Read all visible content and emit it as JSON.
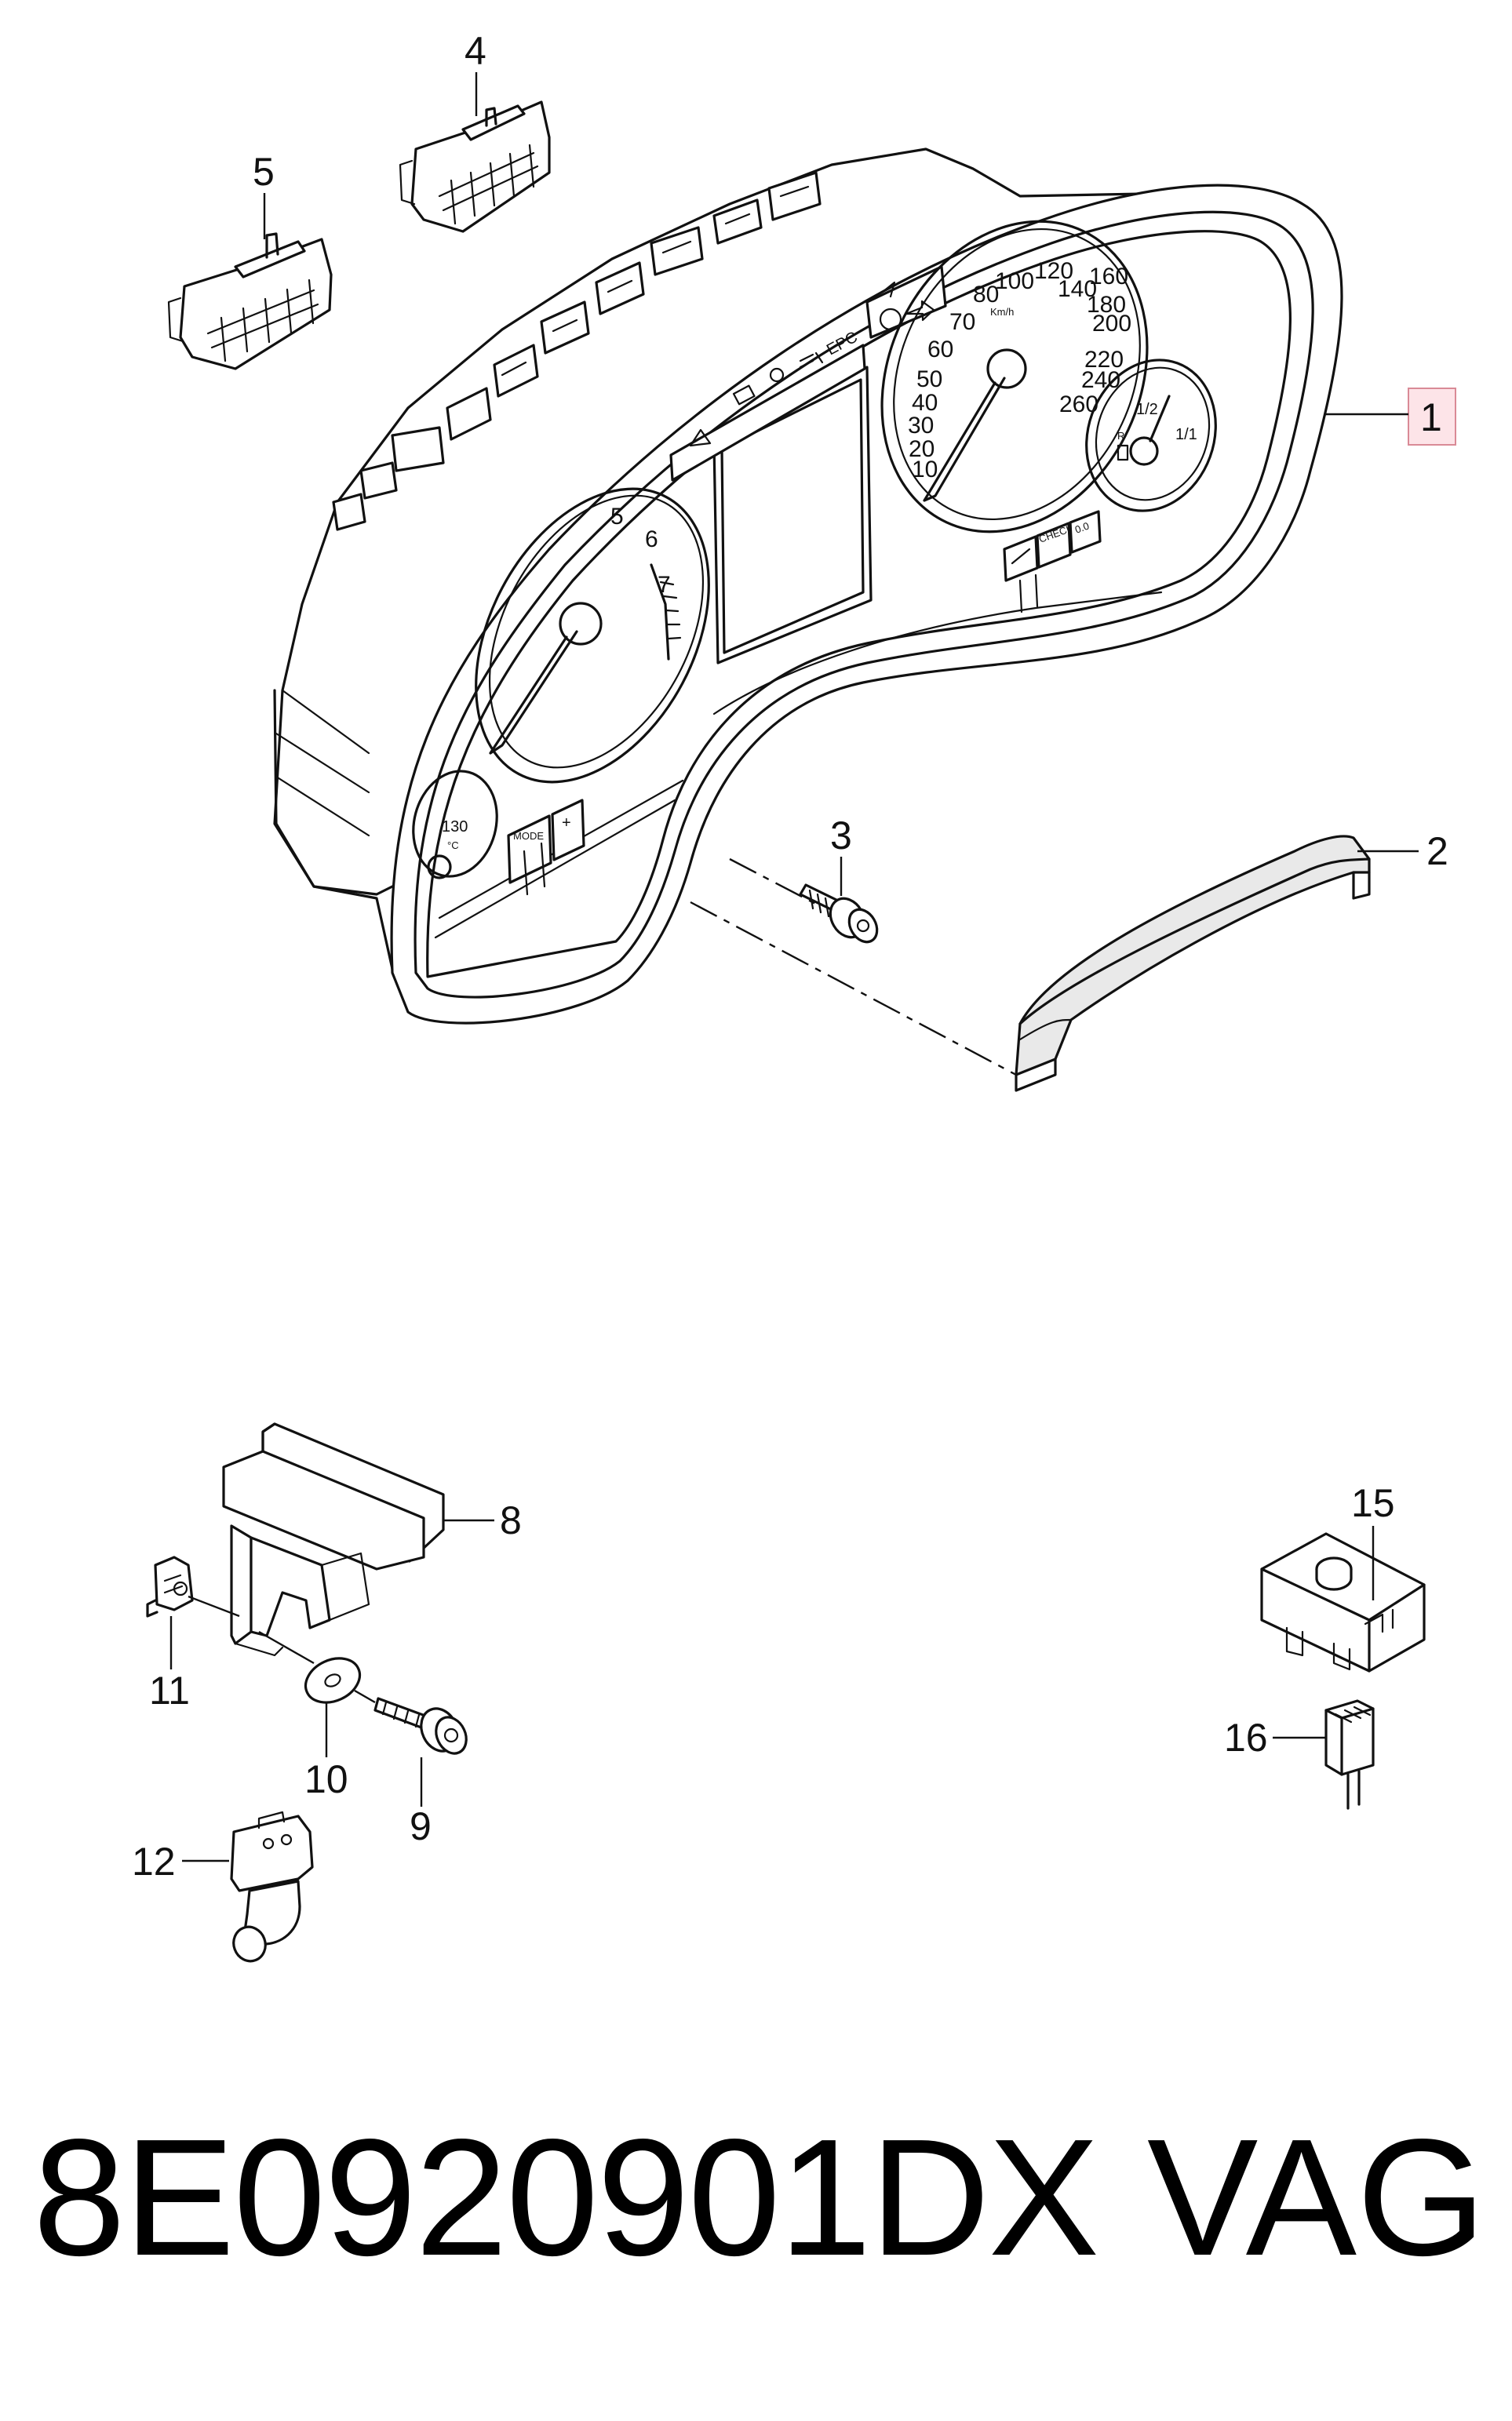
{
  "callouts": [
    "1",
    "2",
    "3",
    "4",
    "5",
    "8",
    "9",
    "10",
    "11",
    "12",
    "15",
    "16"
  ],
  "speedometer": {
    "scale": [
      "10",
      "20",
      "30",
      "40",
      "50",
      "60",
      "70",
      "80",
      "100",
      "120",
      "140",
      "160",
      "180",
      "200",
      "220",
      "240",
      "260"
    ],
    "unit": "Km/h"
  },
  "tachometer": {
    "scale": [
      "5",
      "6",
      "7"
    ]
  },
  "fuel_gauge": {
    "scale": [
      "1/2",
      "1/1"
    ],
    "reserve_mark": "R"
  },
  "temperature_gauge": {
    "value": "130",
    "unit": "°C"
  },
  "warning_panel": {
    "label": "EPC"
  },
  "buttons": {
    "mode_label": "MODE",
    "plus_label": "+",
    "check_label": "CHECK",
    "zero_label": "0.0"
  },
  "footer": {
    "part_number": "8E0920901DX",
    "brand": "VAG"
  },
  "colors": {
    "highlight_box_fill": "#fde4e8",
    "highlight_box_stroke": "#d98a96",
    "line": "#111111"
  }
}
